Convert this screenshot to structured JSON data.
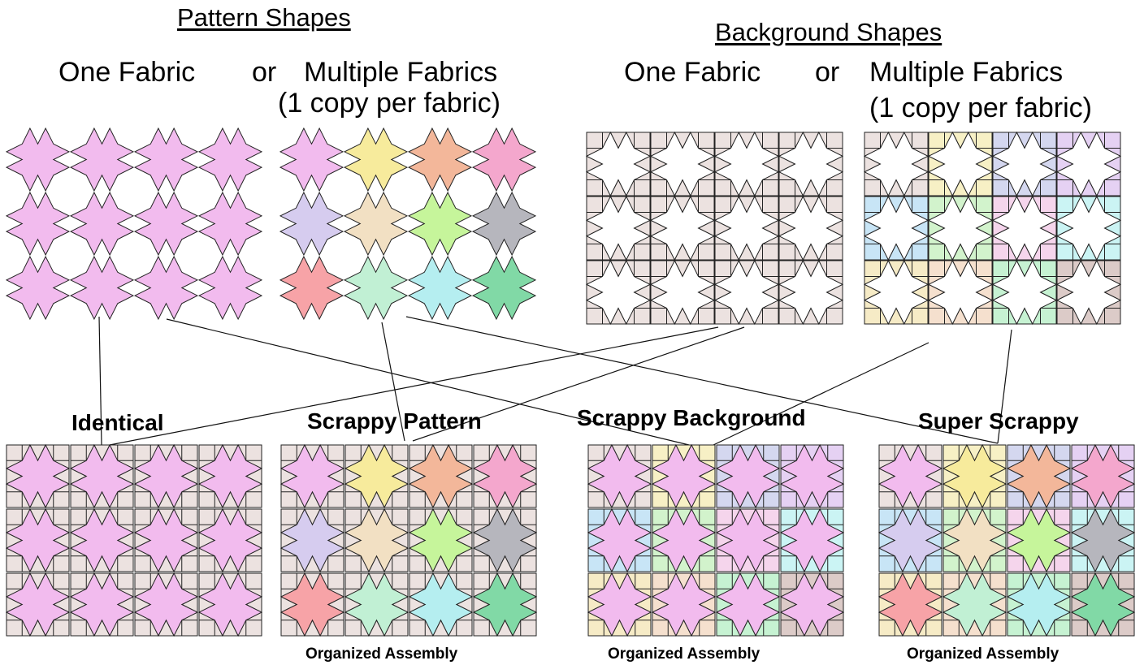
{
  "headings": {
    "pattern_shapes": "Pattern Shapes",
    "background_shapes": "Background Shapes",
    "pattern_one": "One Fabric",
    "pattern_or": "or",
    "pattern_multi": "Multiple Fabrics",
    "pattern_copy": "(1 copy per fabric)",
    "bg_one": "One Fabric",
    "bg_or": "or",
    "bg_multi": "Multiple Fabrics",
    "bg_copy": "(1 copy per fabric)"
  },
  "results": {
    "identical": "Identical",
    "scrappy_pattern": "Scrappy Pattern",
    "scrappy_background": "Scrappy Background",
    "super_scrappy": "Super Scrappy",
    "organized_1": "Organized Assembly",
    "organized_2": "Organized Assembly",
    "organized_3": "Organized Assembly"
  },
  "colors": {
    "star_single": "#f2bbee",
    "bg_single": "#ece2e0",
    "star_fabrics": [
      "#f2bbee",
      "#f7eb9c",
      "#f3b79a",
      "#f4a7cd",
      "#d6ccef",
      "#f2e0c3",
      "#c6f59b",
      "#b6b6bd",
      "#f7a3a7",
      "#c1f0d4",
      "#b5eef0",
      "#81d9a6"
    ],
    "bg_fabrics": [
      "#ece2e0",
      "#f7f0c5",
      "#d4d7ef",
      "#e5d1f3",
      "#c8e5f6",
      "#d2f3cc",
      "#f5d5ec",
      "#cbf4f4",
      "#f6ebc6",
      "#f5e0ce",
      "#c6f2d2",
      "#dccbc8"
    ]
  }
}
